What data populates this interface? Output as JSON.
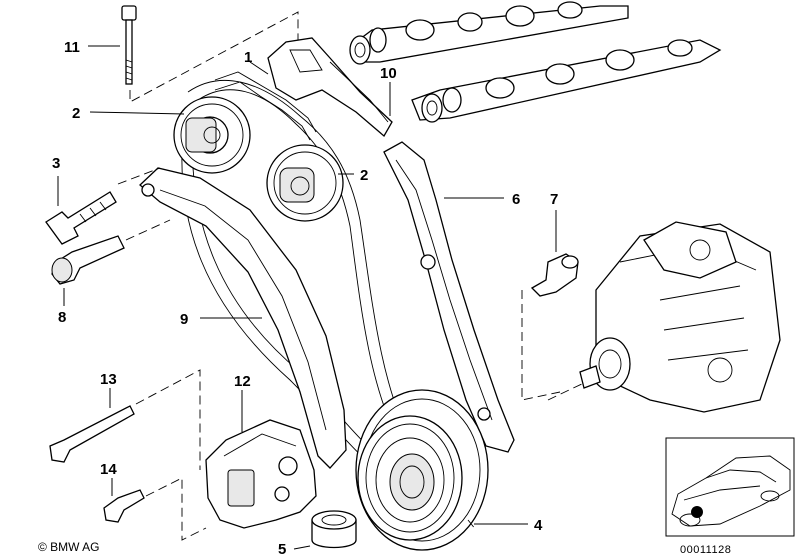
{
  "labels": {
    "l1": "1",
    "l2a": "2",
    "l2b": "2",
    "l3": "3",
    "l4": "4",
    "l5": "5",
    "l6": "6",
    "l7": "7",
    "l8": "8",
    "l9": "9",
    "l10": "10",
    "l11": "11",
    "l12": "12",
    "l13": "13",
    "l14": "14"
  },
  "copyright": "© BMW AG",
  "part_number": "00011128"
}
